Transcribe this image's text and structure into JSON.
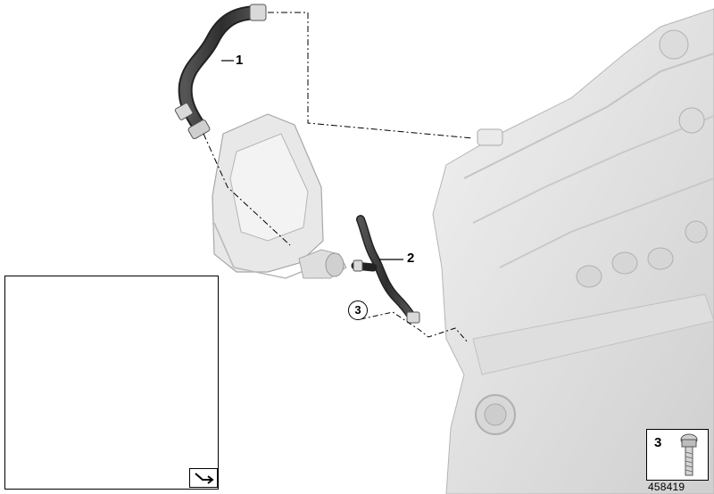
{
  "callouts": {
    "part1": "1",
    "part2": "2",
    "part3": "3"
  },
  "legend": {
    "number": "3"
  },
  "reference_id": "458419",
  "colors": {
    "hose": "#3a3a3a",
    "engine": "#e6e6e6",
    "highlight": "#d9c200",
    "leader": "#000000"
  },
  "icons": [
    "orientation-arrow-icon",
    "bolt-icon"
  ]
}
